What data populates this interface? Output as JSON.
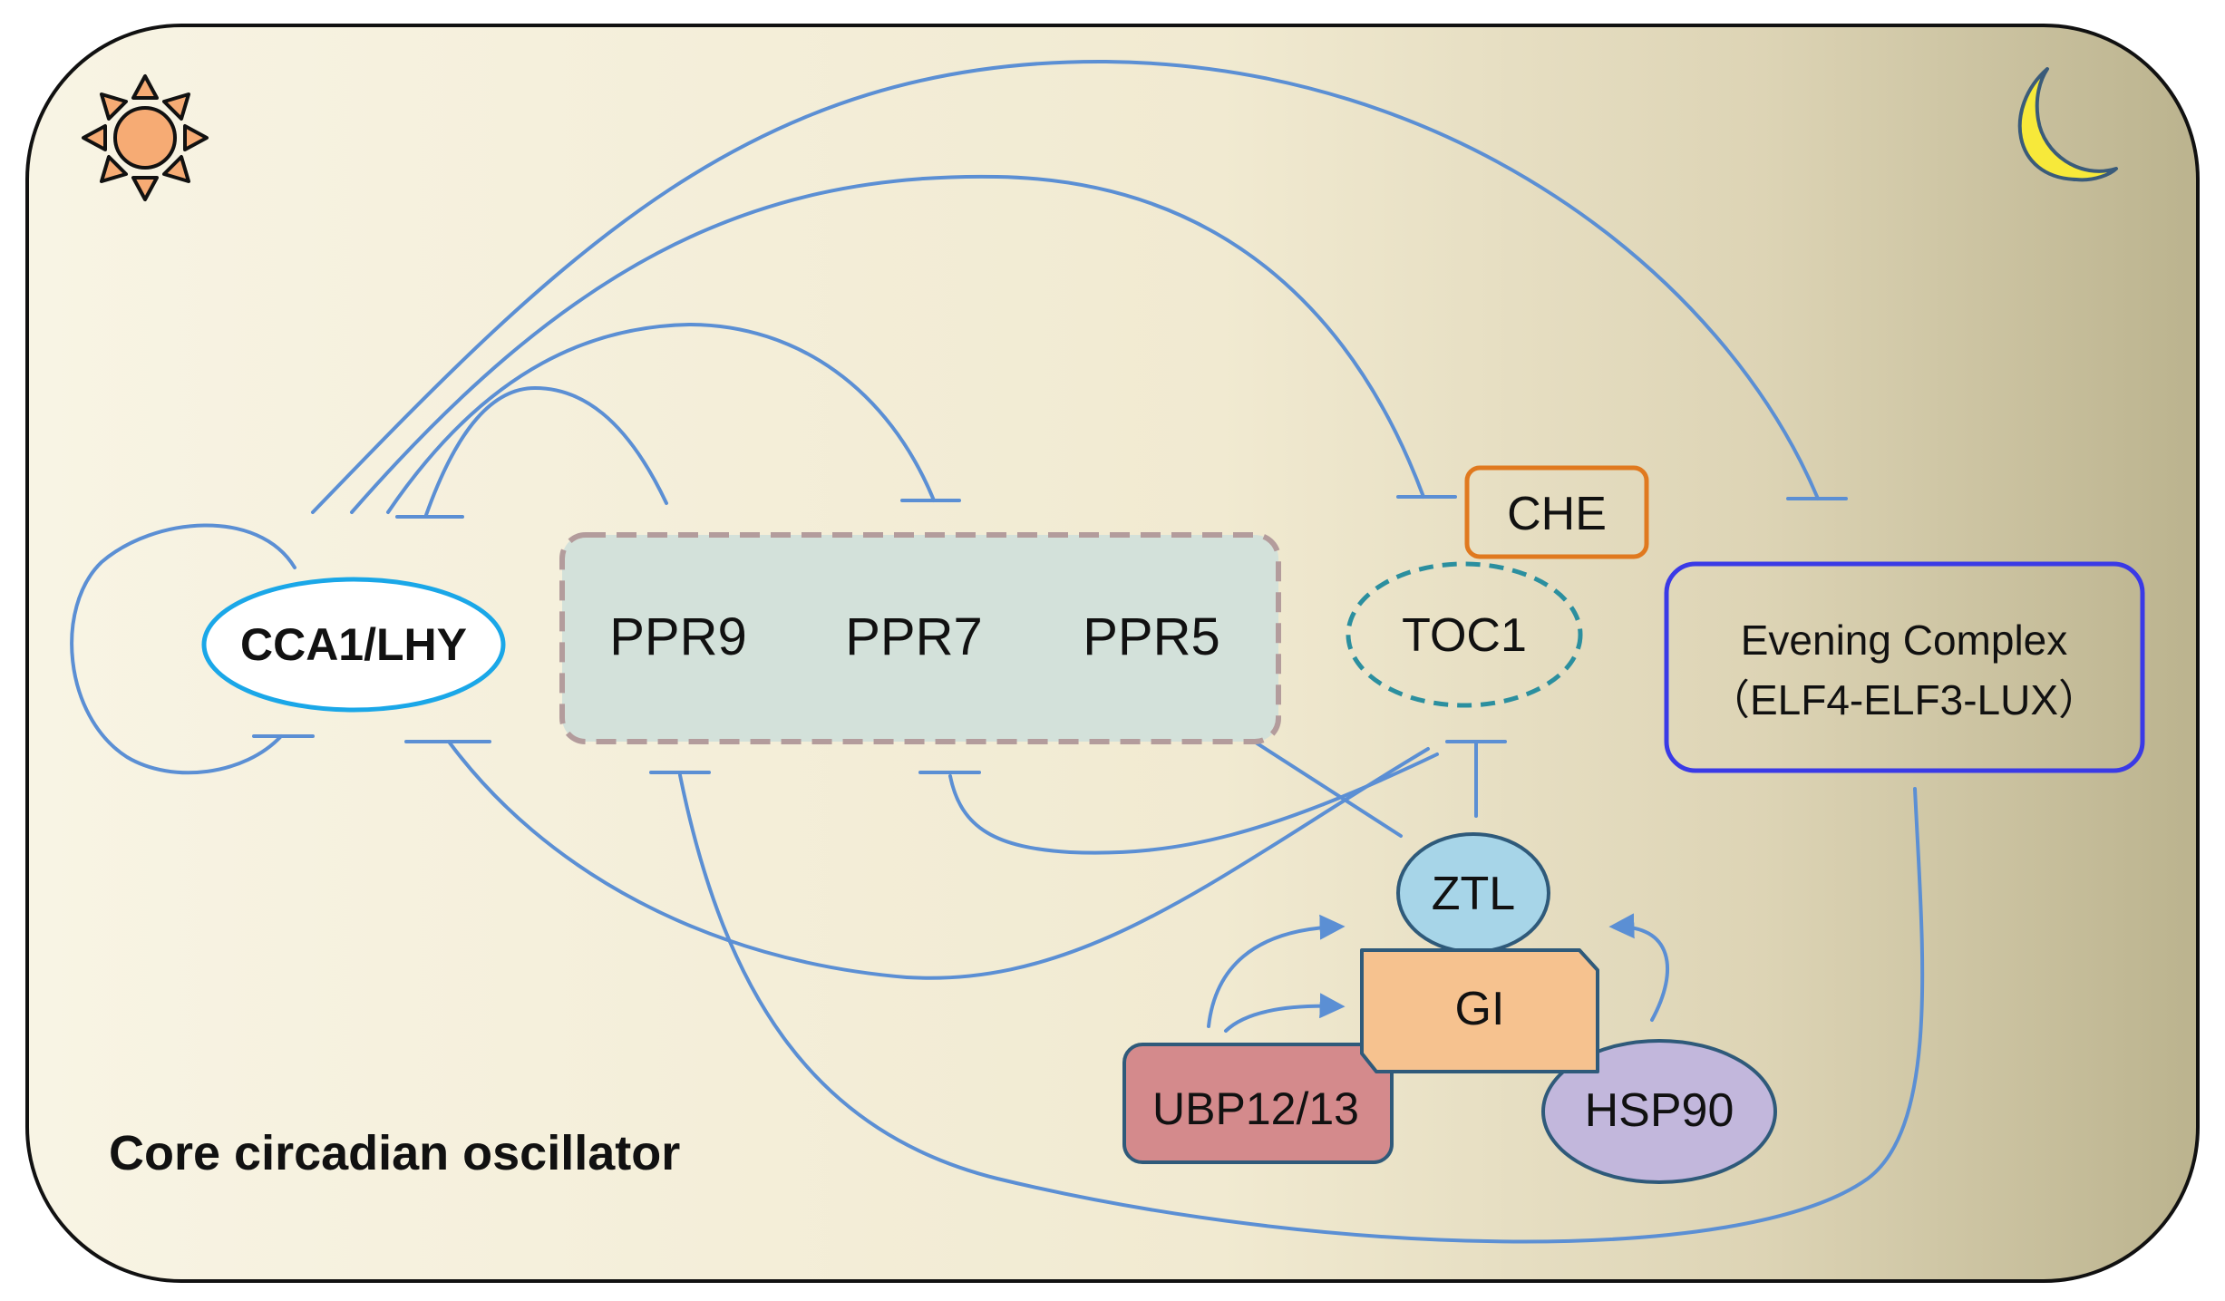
{
  "title": "Core circadian oscillator",
  "nodes": {
    "cca1": "CCA1/LHY",
    "ppr9": "PPR9",
    "ppr7": "PPR7",
    "ppr5": "PPR5",
    "toc1": "TOC1",
    "che": "CHE",
    "ec_line1": "Evening Complex",
    "ec_line2": "（ELF4-ELF3-LUX）",
    "ztl": "ZTL",
    "gi": "GI",
    "ubp": "UBP12/13",
    "hsp": "HSP90"
  },
  "icons": {
    "day": "sun-icon",
    "night": "moon-icon"
  },
  "colors": {
    "edge": "#5b8fd4",
    "cca1_border": "#1aa7e8",
    "ppr_fill": "#d3e1da",
    "ppr_border": "#b39c9c",
    "toc1_border": "#2b8f9f",
    "che_border": "#e0791f",
    "ec_border": "#3a3ae6",
    "ztl_fill": "#a7d5e8",
    "gi_fill": "#f6c28f",
    "ubp_fill": "#d48a8c",
    "hsp_fill": "#c2b7dc",
    "sun_fill": "#f6ab74",
    "moon_fill": "#f7e93a",
    "bg_left": "#f8f4e4",
    "bg_right": "#bbb38e"
  }
}
